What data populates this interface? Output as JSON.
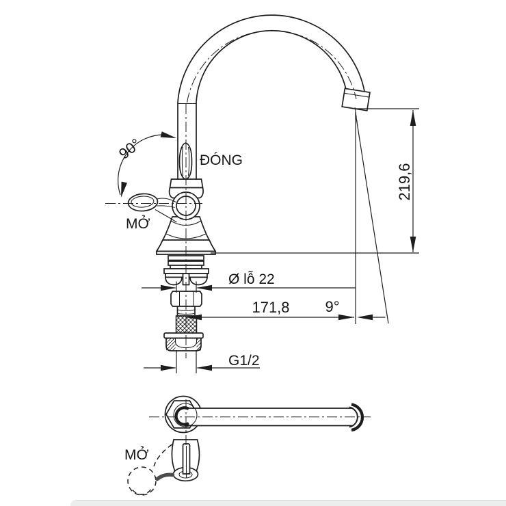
{
  "drawing": {
    "subject": "kitchen-faucet-technical-drawing",
    "colors": {
      "line": "#1d1d1d",
      "background": "#ffffff",
      "shadow_band": "#eceded",
      "handle_accent": "#4c4c4c"
    },
    "front_view": {
      "labels": {
        "closed": "ĐÓNG",
        "open": "MỞ"
      },
      "dimensions": {
        "handle_swing_angle": "90°",
        "spout_height": "219,6",
        "mount_hole_diameter": "Ø lỗ 22",
        "spout_reach": "171,8",
        "outlet_angle": "9°",
        "inlet_thread": "G1/2"
      }
    },
    "top_view": {
      "labels": {
        "open": "MỞ"
      }
    }
  }
}
